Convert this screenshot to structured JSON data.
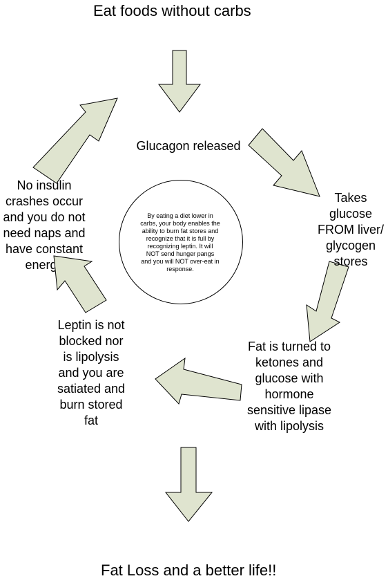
{
  "diagram": {
    "title_top": "Eat foods without carbs",
    "title_bottom": "Fat Loss and a better life!!",
    "steps": [
      "Glucagon released",
      "Takes\nglucose\nFROM liver/\nglycogen\nstores",
      "Fat is turned to\nketones and\nglucose with\nhormone\nsensitive lipase\nwith lipolysis",
      "Leptin is not\nblocked nor\nis lipolysis\nand you are\nsatiated and\nburn stored\nfat",
      "No insulin\ncrashes occur\nand you do not\nneed naps and\nhave constant\nenergy"
    ],
    "center_text": "By eating a diet lower in\ncarbs, your body enables the\nability to burn fat stores and\nrecognize that it is full by\nrecognizing leptin.  It will\nNOT send hunger pangs\nand you will NOT over-eat in\nresponse."
  },
  "colors": {
    "arrow_fill": "#dfe4cf",
    "arrow_stroke": "#000000"
  }
}
